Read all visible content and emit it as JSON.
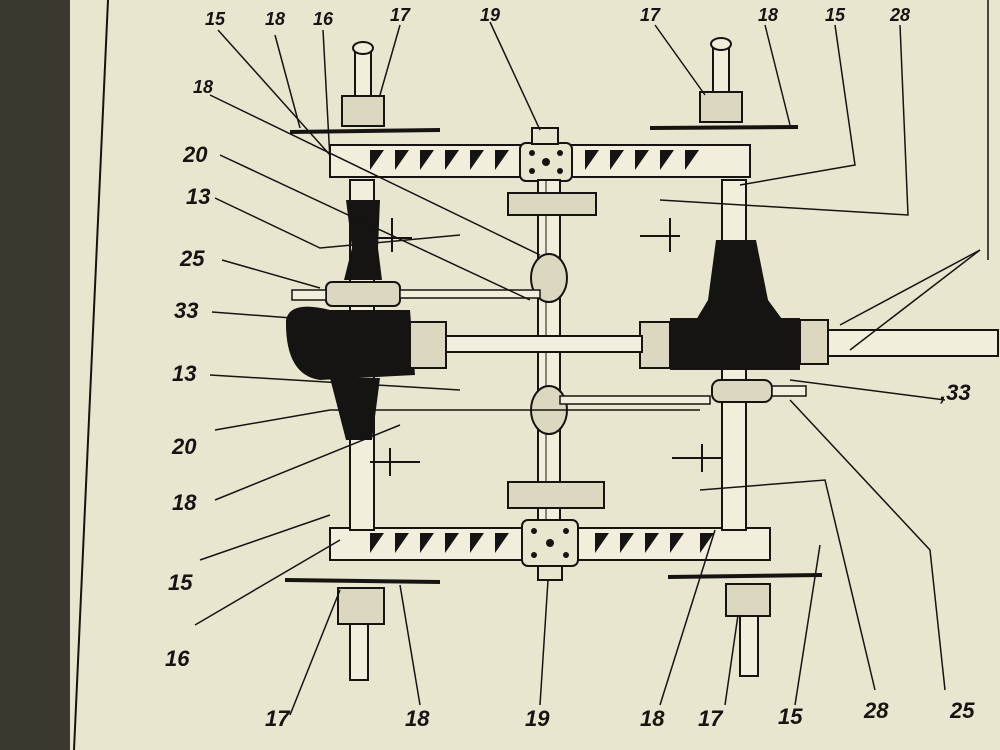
{
  "colors": {
    "paper": "#e9e6cf",
    "ink": "#161412",
    "shadow": "#3b3830"
  },
  "callouts": {
    "top_15_left": "15",
    "top_18_left": "18",
    "top_16": "16",
    "top_17_left": "17",
    "top_19": "19",
    "top_17_right": "17",
    "top_18_right": "18",
    "top_15_right": "15",
    "top_28": "28",
    "left_18": "18",
    "left_20_upper": "20",
    "left_13_upper": "13",
    "left_25": "25",
    "left_33": "33",
    "left_13_lower": "13",
    "left_20_lower": "20",
    "left_18_lower": "18",
    "left_15_lower": "15",
    "left_16_lower": "16",
    "right_33": ",33",
    "bottom_17_left": "17",
    "bottom_18_left": "18",
    "bottom_19": "19",
    "bottom_18_right": "18",
    "bottom_17_right": "17",
    "bottom_15": "15",
    "bottom_28": "28",
    "bottom_25": "25"
  }
}
